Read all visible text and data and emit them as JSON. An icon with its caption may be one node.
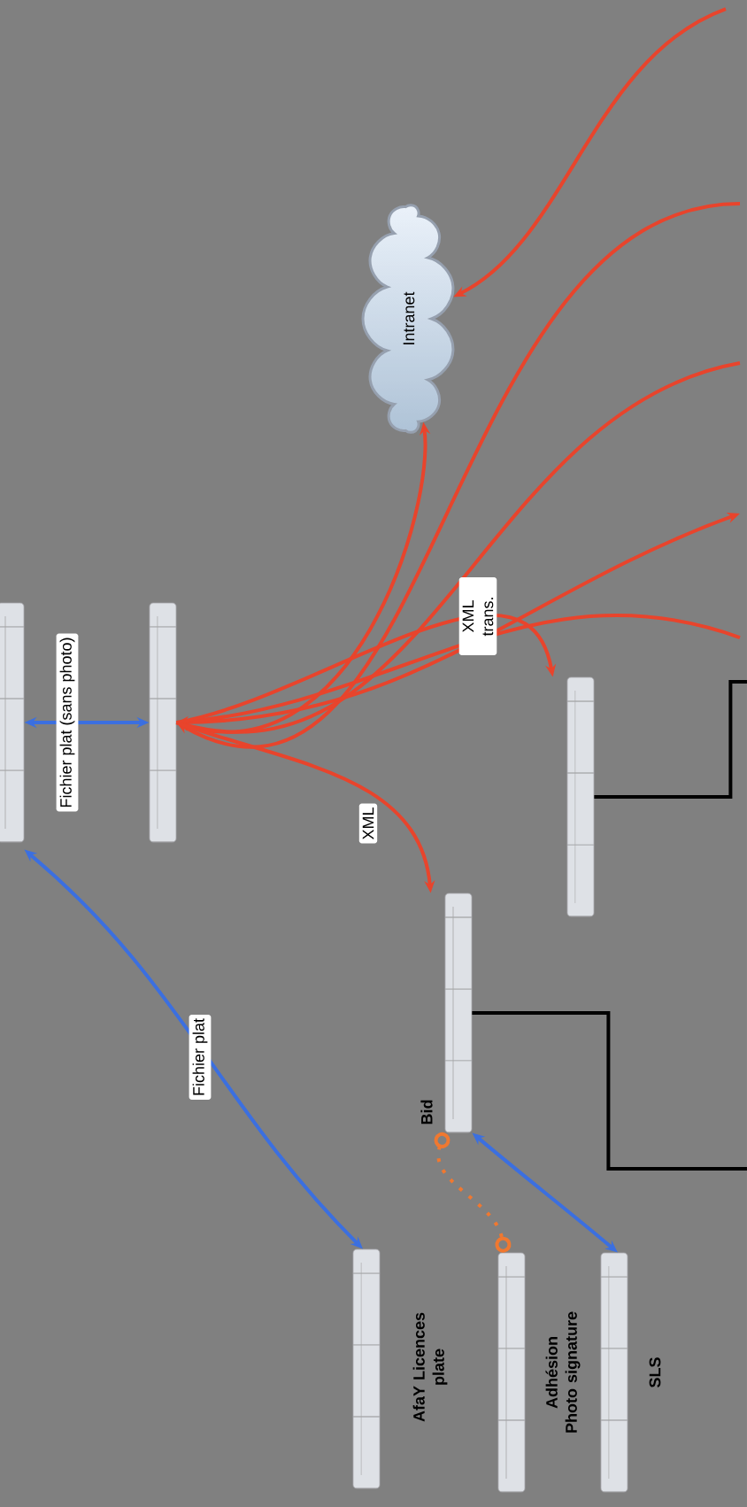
{
  "diagram": {
    "nodes": [
      {
        "text": [],
        "shape": "server"
      },
      {
        "text": [],
        "shape": "server"
      },
      {
        "text": [
          "Intranet"
        ]
      },
      {
        "text": [
          "Bid"
        ]
      },
      {
        "text": [],
        "shape": "server"
      },
      {
        "text": [
          "AfaY Licences plate"
        ]
      },
      {
        "text": [
          "Adhésion Photo signature"
        ]
      },
      {
        "text": [
          "SLS"
        ]
      }
    ],
    "edges": [
      {
        "from": null,
        "to": 2,
        "arrow": "to"
      },
      {
        "from": 1,
        "to": 2,
        "arrow": "to"
      },
      {
        "from": null,
        "to": 1,
        "arrow": "to"
      },
      {
        "from": null,
        "to": 1,
        "arrow": "to"
      },
      {
        "from": 1,
        "to": null,
        "arrow": "to"
      },
      {
        "from": null,
        "to": 1,
        "arrow": "to"
      },
      {
        "from": 1,
        "to": 3,
        "arrow": "to",
        "label": "XML"
      },
      {
        "from": 1,
        "to": 4,
        "arrow": "to",
        "label": "XML trans."
      },
      {
        "from": 0,
        "to": 1,
        "arrow": "both",
        "label": "Fichier plat (sans photo)",
        "color": "#3b6fe0"
      },
      {
        "from": 0,
        "to": 5,
        "arrow": "both",
        "label": "Fichier plat",
        "color": "#3b6fe0"
      },
      {
        "from": 3,
        "to": 7,
        "arrow": "both",
        "color": "#3b6fe0"
      },
      {
        "from": 3,
        "to": 6,
        "arrow": "other",
        "style": "dashed",
        "color": "#f07830"
      },
      {
        "from": 3,
        "to": null,
        "arrow": "none",
        "color": "#000000"
      },
      {
        "from": 4,
        "to": null,
        "arrow": "none",
        "color": "#000000"
      }
    ]
  }
}
